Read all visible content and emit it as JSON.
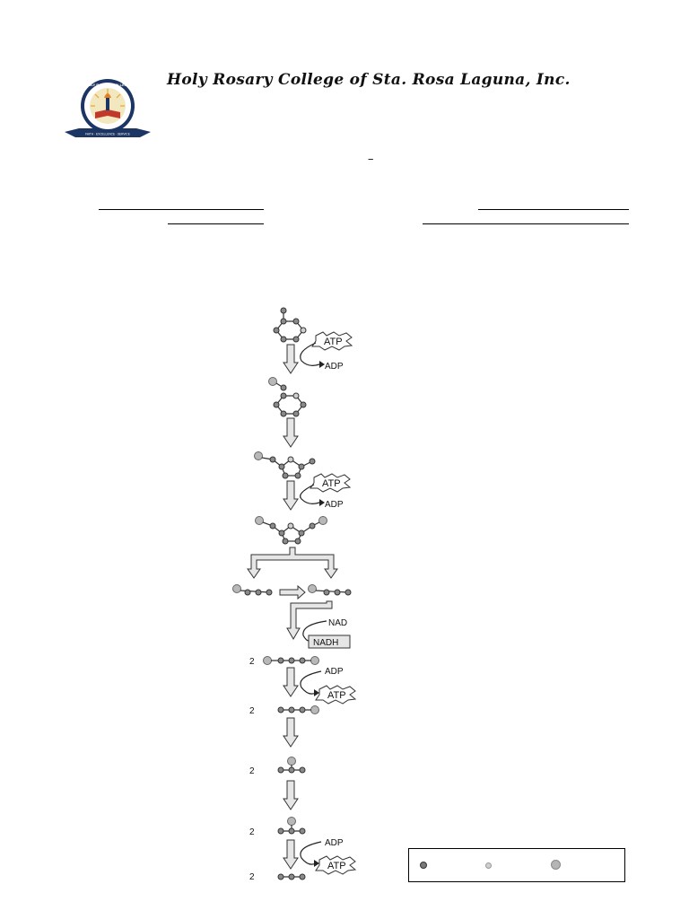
{
  "header": {
    "school_name": "Holy Rosary College of Sta. Rosa Laguna, Inc.",
    "logo_name": "HOLY ROSARY COLLEGE",
    "logo_motto": "FAITH · EXCELLENCE · SERVICE",
    "dash_mark": "–"
  },
  "diagram": {
    "labels": {
      "atp": "ATP",
      "adp": "ADP",
      "nad": "NAD",
      "nadh": "NADH",
      "count": "2"
    }
  },
  "legend": {
    "items": [
      {
        "marker": "small-dark-circle",
        "color": "#7a7a7a"
      },
      {
        "marker": "small-light-circle",
        "color": "#cfcfcf"
      },
      {
        "marker": "large-circle",
        "color": "#b5b5b5"
      }
    ]
  },
  "colors": {
    "text": "#111111",
    "arrow_fill": "#e6e6e6",
    "carbon": "#8a8a8a",
    "phosphate": "#b8b8b8",
    "logo_navy": "#1d3563",
    "logo_gold": "#e2b43a"
  }
}
